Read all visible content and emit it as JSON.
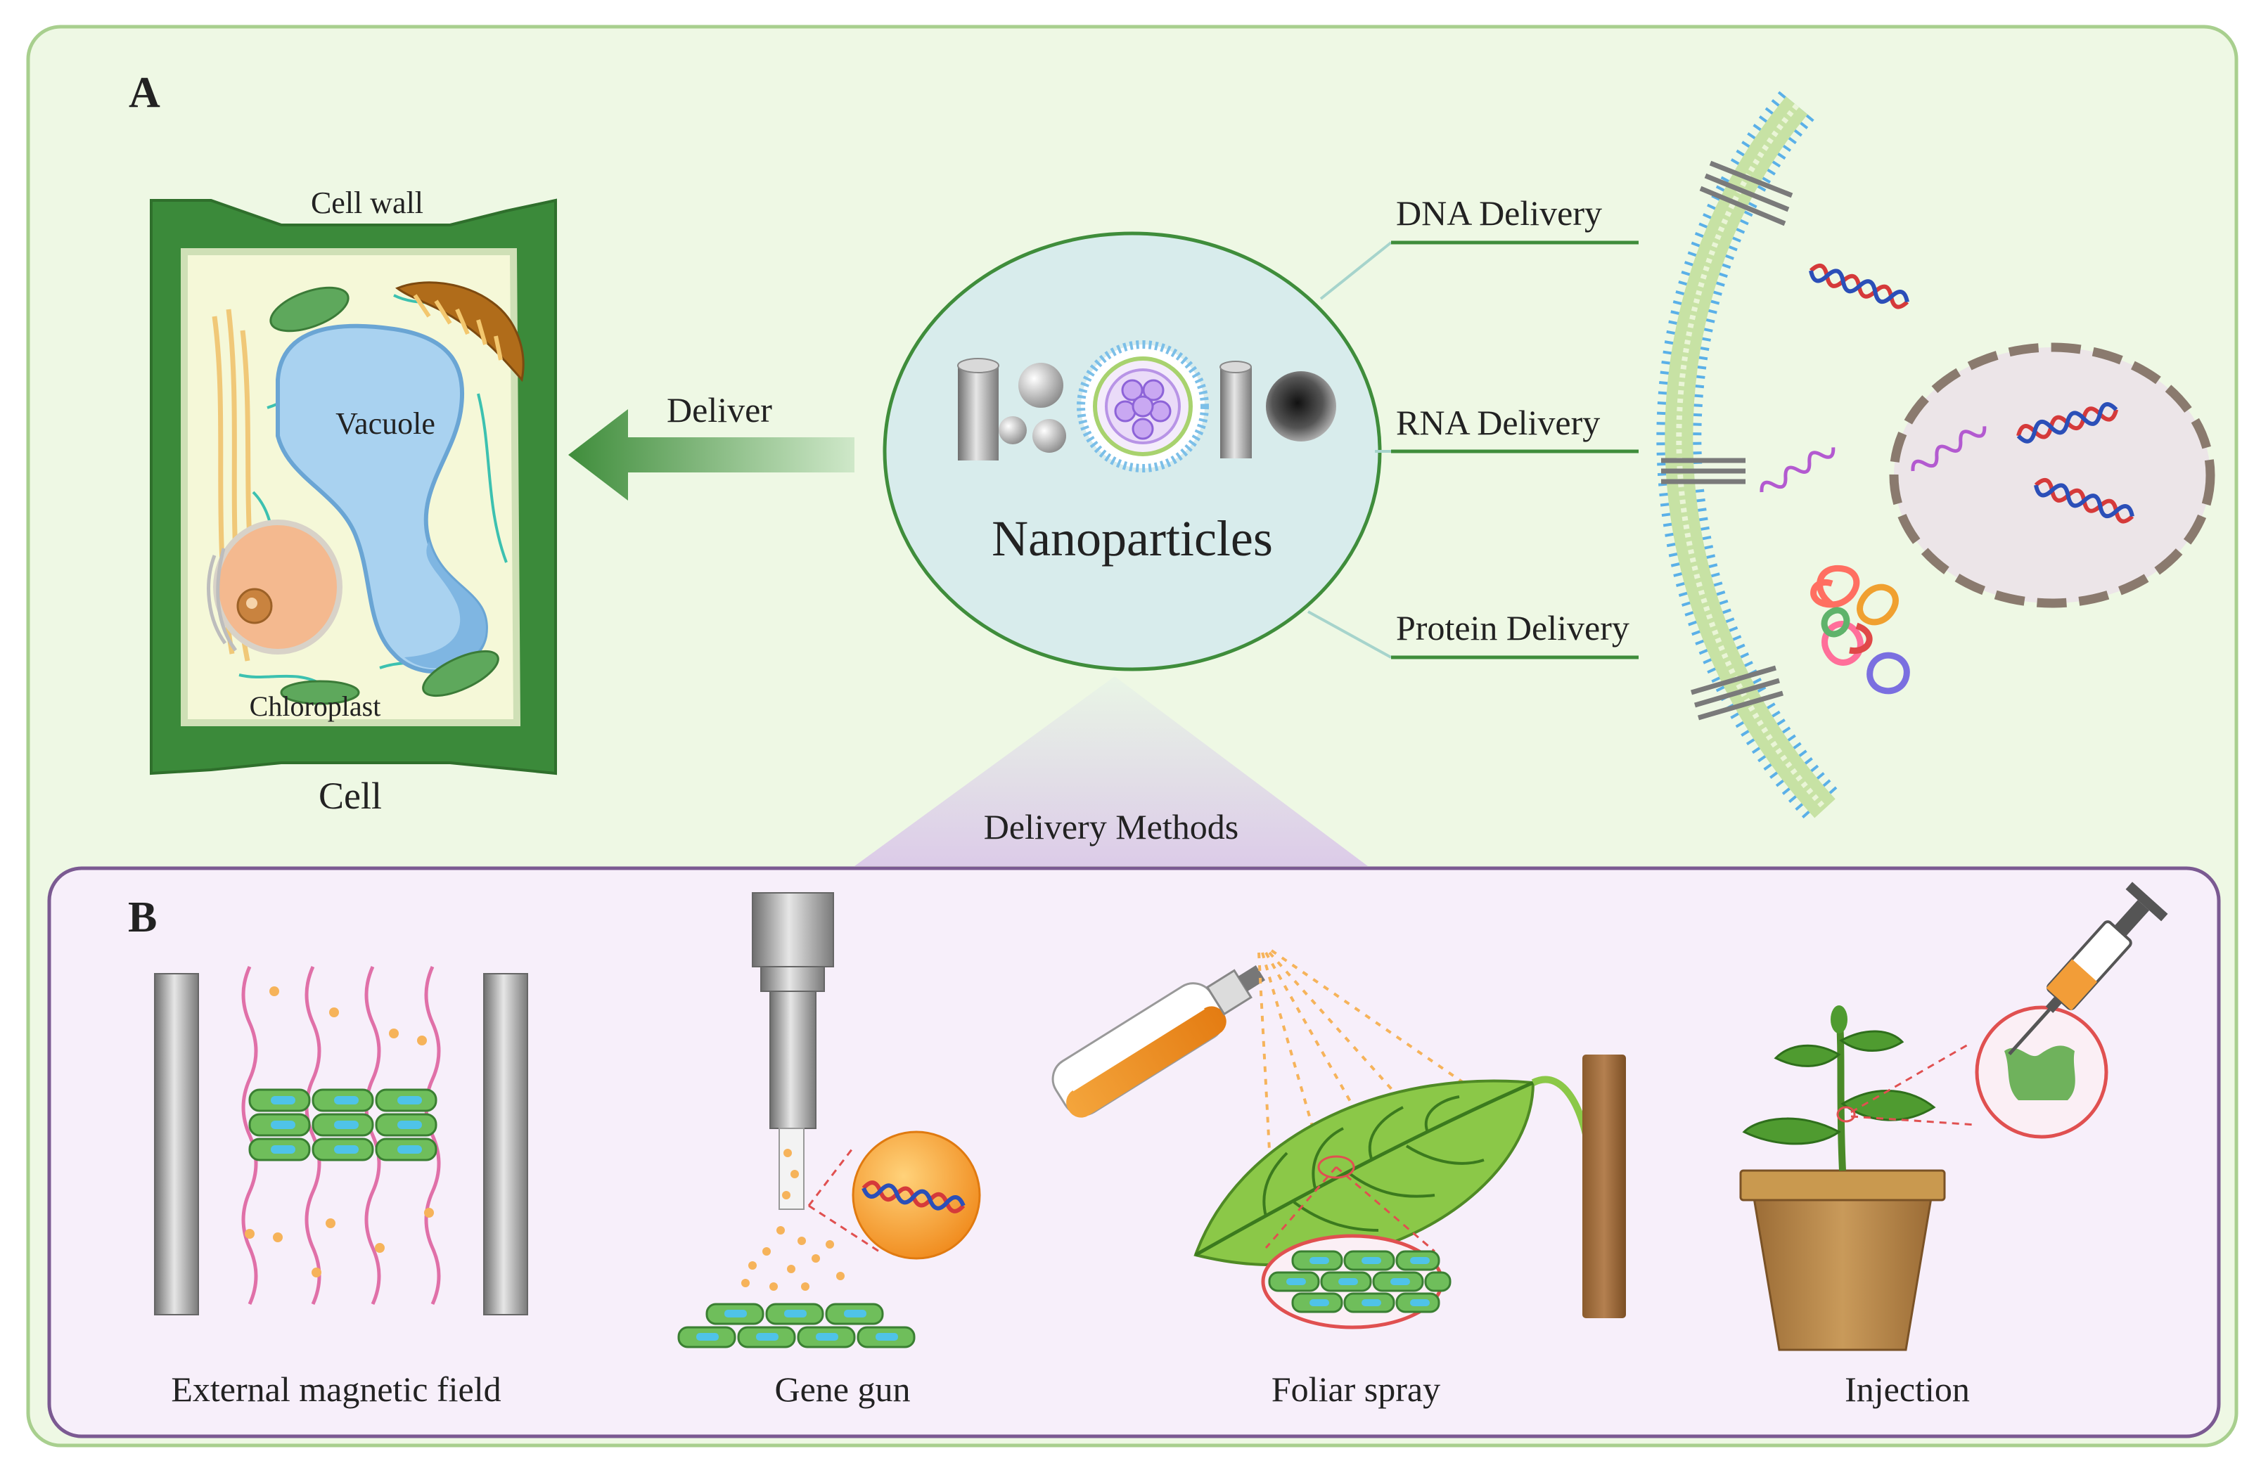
{
  "panel_a": {
    "letter": "A",
    "cell": {
      "title": "Cell",
      "labels": {
        "cell_wall": "Cell wall",
        "vacuole": "Vacuole",
        "chloroplast": "Chloroplast"
      }
    },
    "arrow_label": "Deliver",
    "nanoparticles_label": "Nanoparticles",
    "deliveries": [
      "DNA Delivery",
      "RNA Delivery",
      "Protein Delivery"
    ]
  },
  "connector_label": "Delivery Methods",
  "panel_b": {
    "letter": "B",
    "methods": [
      "External magnetic field",
      "Gene gun",
      "Foliar spray",
      "Injection"
    ]
  },
  "colors": {
    "panel_a_bg": "#eef8e4",
    "panel_a_border": "#a8cf8e",
    "panel_b_bg": "#f7effa",
    "panel_b_border": "#7b5a92",
    "cell_wall": "#3b8a3a",
    "vacuole": "#a9d2f0",
    "nanoparticle_bg": "#d8ecec",
    "membrane": "#5ab0e8",
    "orange": "#f29d38"
  }
}
